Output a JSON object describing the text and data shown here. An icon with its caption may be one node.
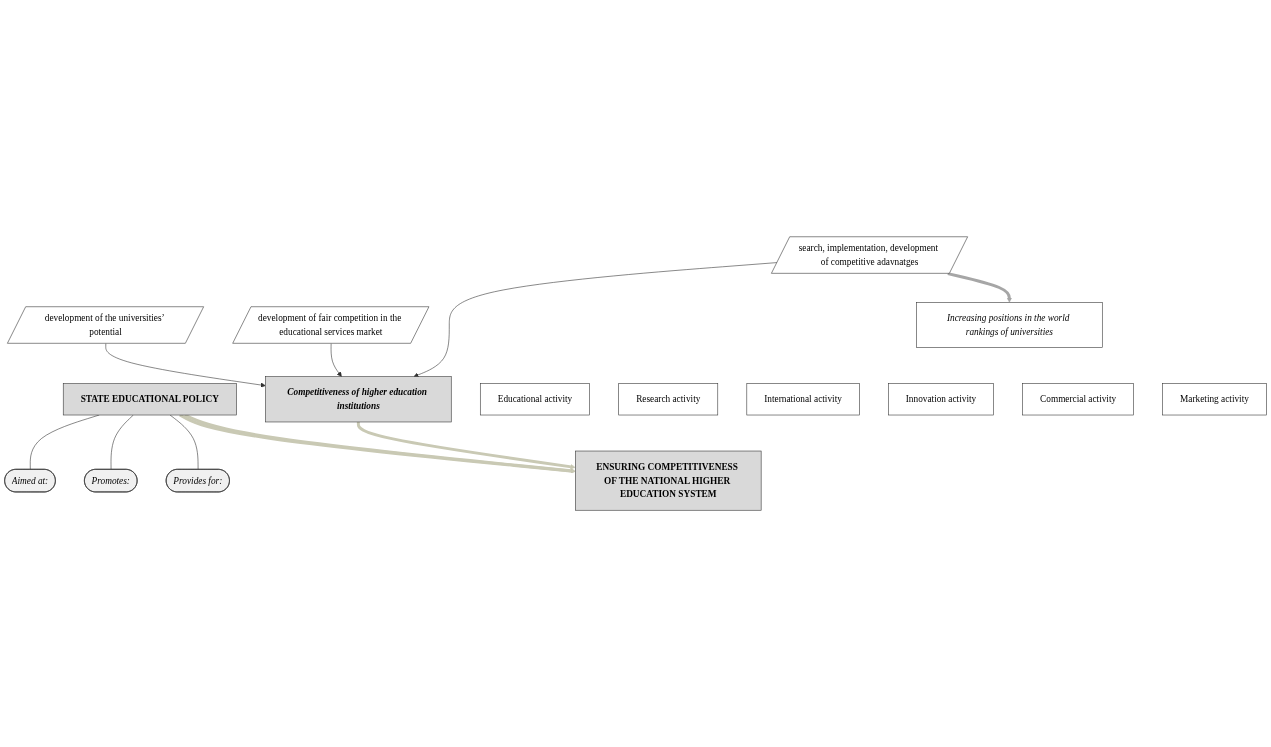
{
  "diagram": {
    "nodes": [
      {
        "text": [
          "STATE EDUCATIONAL POLICY"
        ]
      },
      {
        "text": [
          "Aimed at:"
        ]
      },
      {
        "text": [
          "Promotes:"
        ]
      },
      {
        "text": [
          "Provides for:"
        ]
      },
      {
        "text": [
          "search, implementation, development of competitive adavnatges"
        ]
      },
      {
        "text": [
          "development of the universities’ potential"
        ]
      },
      {
        "text": [
          "development of fair competition in the educational services market"
        ]
      },
      {
        "text": [
          "Competitiveness of higher education institutions"
        ]
      },
      {
        "text": [
          "Increasing positions in the world rankings of universities"
        ]
      },
      {
        "text": [
          "Educational activity"
        ]
      },
      {
        "text": [
          "Research activity"
        ]
      },
      {
        "text": [
          "International activity"
        ]
      },
      {
        "text": [
          "Innovation activity"
        ]
      },
      {
        "text": [
          "Commercial activity"
        ]
      },
      {
        "text": [
          "Marketing activity"
        ]
      },
      {
        "text": [
          "ENSURING COMPETITIVENESS OF THE NATIONAL HIGHER EDUCATION SYSTEM"
        ]
      }
    ],
    "edges": [
      {
        "from": 0,
        "to": 1,
        "arrow": "none"
      },
      {
        "from": 0,
        "to": 2,
        "arrow": "none"
      },
      {
        "from": 0,
        "to": 3,
        "arrow": "none"
      },
      {
        "from": 4,
        "to": 7,
        "arrow": "to"
      },
      {
        "from": 5,
        "to": 7,
        "arrow": "to"
      },
      {
        "from": 6,
        "to": 7,
        "arrow": "to"
      },
      {
        "from": 4,
        "to": 8,
        "arrow": "to",
        "style": "thick",
        "color": "#a6a6a6"
      },
      {
        "from": 0,
        "to": 15,
        "arrow": "to",
        "style": "thick",
        "color": "#c9c9b4"
      },
      {
        "from": 0,
        "to": 15,
        "arrow": "to",
        "style": "thick",
        "color": "#c9c9b4"
      },
      {
        "from": 7,
        "to": 15,
        "arrow": "to",
        "style": "thick",
        "color": "#c9c9b4"
      }
    ]
  }
}
